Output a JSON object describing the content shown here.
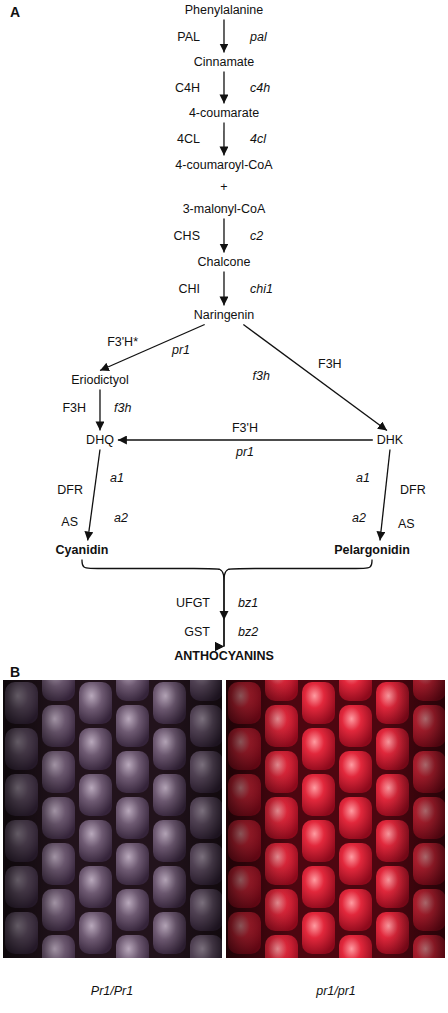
{
  "diagram": {
    "nodes": [
      {
        "text": [
          "Phenylalanine"
        ]
      },
      {
        "text": [
          "Cinnamate"
        ]
      },
      {
        "text": [
          "4-coumarate"
        ]
      },
      {
        "text": [
          "4-coumaroyl-CoA"
        ]
      },
      {
        "text": [
          "3-malonyl-CoA"
        ]
      },
      {
        "text": [
          "Chalcone"
        ]
      },
      {
        "text": [
          "Naringenin"
        ]
      },
      {
        "text": [
          "Eriodictyol"
        ]
      },
      {
        "text": [
          "DHQ"
        ]
      },
      {
        "text": [
          "DHK"
        ]
      },
      {
        "text": [
          "Cyanidin"
        ]
      },
      {
        "text": [
          "Pelargonidin"
        ]
      },
      {
        "text": [
          "ANTHOCYANINS"
        ]
      }
    ],
    "edges": [
      {
        "from": 0,
        "to": 1,
        "arrow": "to"
      },
      {
        "from": 1,
        "to": 2,
        "arrow": "to"
      },
      {
        "from": 2,
        "to": 3,
        "arrow": "to"
      },
      {
        "from": 4,
        "to": 5,
        "arrow": "to"
      },
      {
        "from": 5,
        "to": 6,
        "arrow": "to"
      },
      {
        "from": 6,
        "to": 7,
        "arrow": "to"
      },
      {
        "from": 6,
        "to": 9,
        "arrow": "to"
      },
      {
        "from": 7,
        "to": 8,
        "arrow": "to"
      },
      {
        "from": 9,
        "to": 8,
        "arrow": "to"
      },
      {
        "from": 8,
        "to": 10,
        "arrow": "to"
      },
      {
        "from": 9,
        "to": 11,
        "arrow": "to"
      },
      {
        "from": 10,
        "to": 12,
        "arrow": "to"
      },
      {
        "from": 11,
        "to": 12,
        "arrow": "to"
      }
    ],
    "labels": [
      "A",
      "PAL",
      "pal",
      "C4H",
      "c4h",
      "4CL",
      "4cl",
      "+",
      "CHS",
      "c2",
      "CHI",
      "chi1",
      "F3'H*",
      "pr1",
      "F3H",
      "f3h",
      "F3H",
      "f3h",
      "F3'H",
      "pr1",
      "DFR",
      "a1",
      "a1",
      "DFR",
      "AS",
      "a2",
      "a2",
      "AS",
      "UFGT",
      "bz1",
      "GST",
      "bz2",
      "B",
      "Pr1/Pr1",
      "pr1/pr1"
    ]
  }
}
